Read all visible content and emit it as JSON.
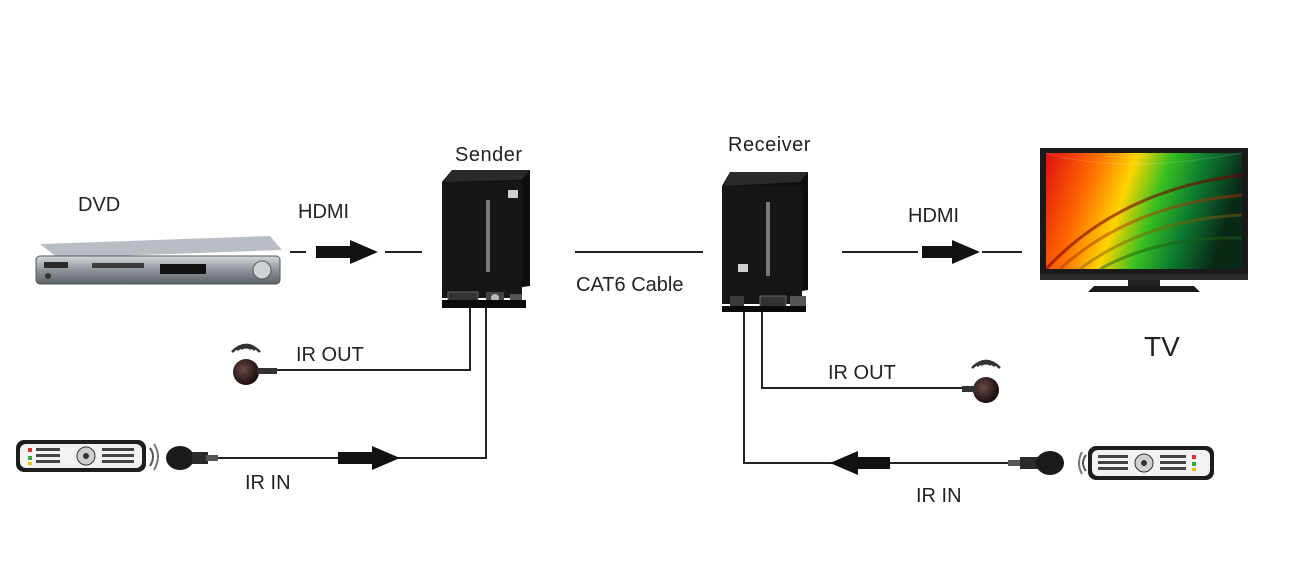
{
  "labels": {
    "dvd": "DVD",
    "hdmi_left": "HDMI",
    "sender": "Sender",
    "cable": "CAT6 Cable",
    "receiver": "Receiver",
    "hdmi_right": "HDMI",
    "tv": "TV",
    "ir_out_left": "IR OUT",
    "ir_in_left": "IR IN",
    "ir_out_right": "IR OUT",
    "ir_in_right": "IR IN"
  },
  "icons": {
    "dvd_player": "dvd-player-icon",
    "sender_box": "sender-extender-icon",
    "receiver_box": "receiver-extender-icon",
    "tv": "tv-icon",
    "ir_emitter": "ir-emitter-icon",
    "ir_receiver": "ir-receiver-icon",
    "remote": "remote-control-icon",
    "arrow": "arrow-icon"
  },
  "colors": {
    "line": "#222222",
    "device_body": "#1b1b1b",
    "dvd_body": "#9aa0a8"
  }
}
